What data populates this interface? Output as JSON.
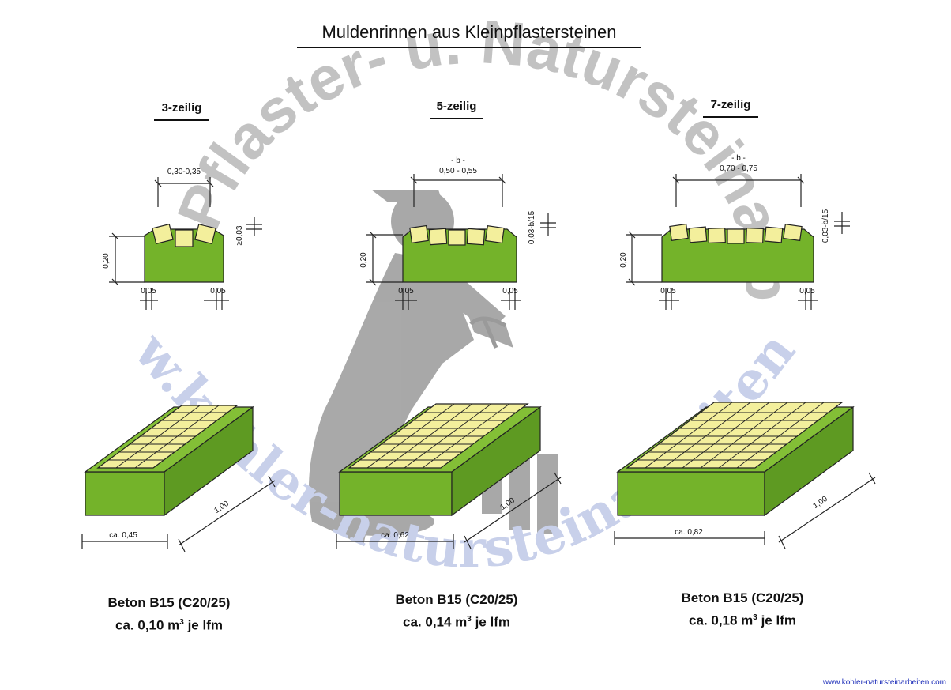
{
  "title": "Muldenrinnen aus Kleinpflastersteinen",
  "watermark": {
    "arc_text": "Kohler Pflaster- u. Natursteinarbeiten",
    "url_text": "www.kohler-natursteinarbeiten.de"
  },
  "footer_link": "www.kohler-natursteinarbeiten.com",
  "colors": {
    "concrete": "#74b32a",
    "stone": "#f3ef9c",
    "watermark_gray": "#b8b8b8",
    "watermark_blue": "#c8d0ea",
    "link": "#1a2bb8"
  },
  "variants": [
    {
      "heading": "3-zeilig",
      "section": {
        "b_label": "",
        "width": "0,30-0,35",
        "height": "0,20",
        "side_left": "0,05",
        "side_right": "0,05",
        "depth": "≥0,03"
      },
      "iso": {
        "width": "ca. 0,45",
        "length": "1,00"
      },
      "caption": {
        "concrete": "Beton B15 (C20/25)",
        "volume_prefix": "ca. 0,10 m",
        "volume_sup": "3",
        "volume_suffix": " je lfm"
      }
    },
    {
      "heading": "5-zeilig",
      "section": {
        "b_label": "- b -",
        "width": "0,50 - 0,55",
        "height": "0,20",
        "side_left": "0,05",
        "side_right": "0,05",
        "depth": "0,03-b/15"
      },
      "iso": {
        "width": "ca. 0,62",
        "length": "1,00"
      },
      "caption": {
        "concrete": "Beton B15 (C20/25)",
        "volume_prefix": "ca. 0,14 m",
        "volume_sup": "3",
        "volume_suffix": " je lfm"
      }
    },
    {
      "heading": "7-zeilig",
      "section": {
        "b_label": "- b -",
        "width": "0,70 - 0,75",
        "height": "0,20",
        "side_left": "0,05",
        "side_right": "0,05",
        "depth": "0,03-b/15"
      },
      "iso": {
        "width": "ca. 0,82",
        "length": "1,00"
      },
      "caption": {
        "concrete": "Beton B15 (C20/25)",
        "volume_prefix": "ca. 0,18 m",
        "volume_sup": "3",
        "volume_suffix": " je lfm"
      }
    }
  ]
}
